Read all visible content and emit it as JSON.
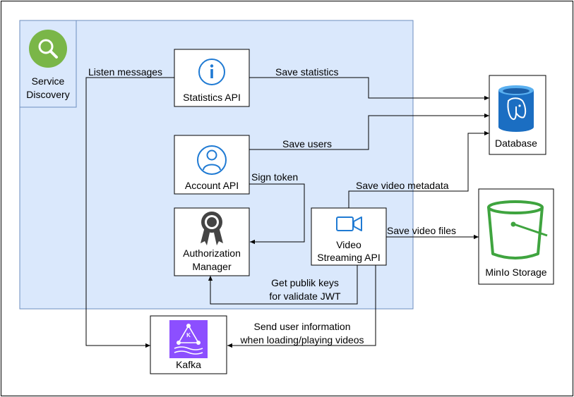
{
  "colors": {
    "region_fill": "#dae8fc",
    "region_stroke": "#6c8ebf",
    "service_discovery_green": "#7ab648",
    "info_blue": "#1f7ad3",
    "postgres_blue": "#1b6ec2",
    "bucket_green": "#3fa43f",
    "kafka_purple": "#8c4fff",
    "camera_blue": "#1f7ad3"
  },
  "nodes": {
    "service_discovery": {
      "label_line1": "Service",
      "label_line2": "Discovery",
      "icon": "magnifier-icon"
    },
    "statistics_api": {
      "label": "Statistics API",
      "icon": "info-icon"
    },
    "account_api": {
      "label": "Account API",
      "icon": "user-icon"
    },
    "authorization_manager": {
      "label_line1": "Authorization",
      "label_line2": "Manager",
      "icon": "award-ribbon-icon"
    },
    "video_streaming_api": {
      "label_line1": "Video",
      "label_line2": "Streaming API",
      "icon": "video-camera-icon"
    },
    "database": {
      "label": "Database",
      "icon": "postgresql-database-icon"
    },
    "minio_storage": {
      "label": "MinIo Storage",
      "icon": "storage-bucket-icon"
    },
    "kafka": {
      "label": "Kafka",
      "icon": "kafka-icon"
    }
  },
  "edges": {
    "listen_messages": "Listen messages",
    "save_statistics": "Save statistics",
    "save_users": "Save users",
    "sign_token": "Sign token",
    "save_video_metadata": "Save video metadata",
    "save_video_files": "Save video files",
    "get_public_keys_line1": "Get publik keys",
    "get_public_keys_line2": "for validate JWT",
    "send_user_info_line1": "Send user information",
    "send_user_info_line2": "when loading/playing videos"
  }
}
